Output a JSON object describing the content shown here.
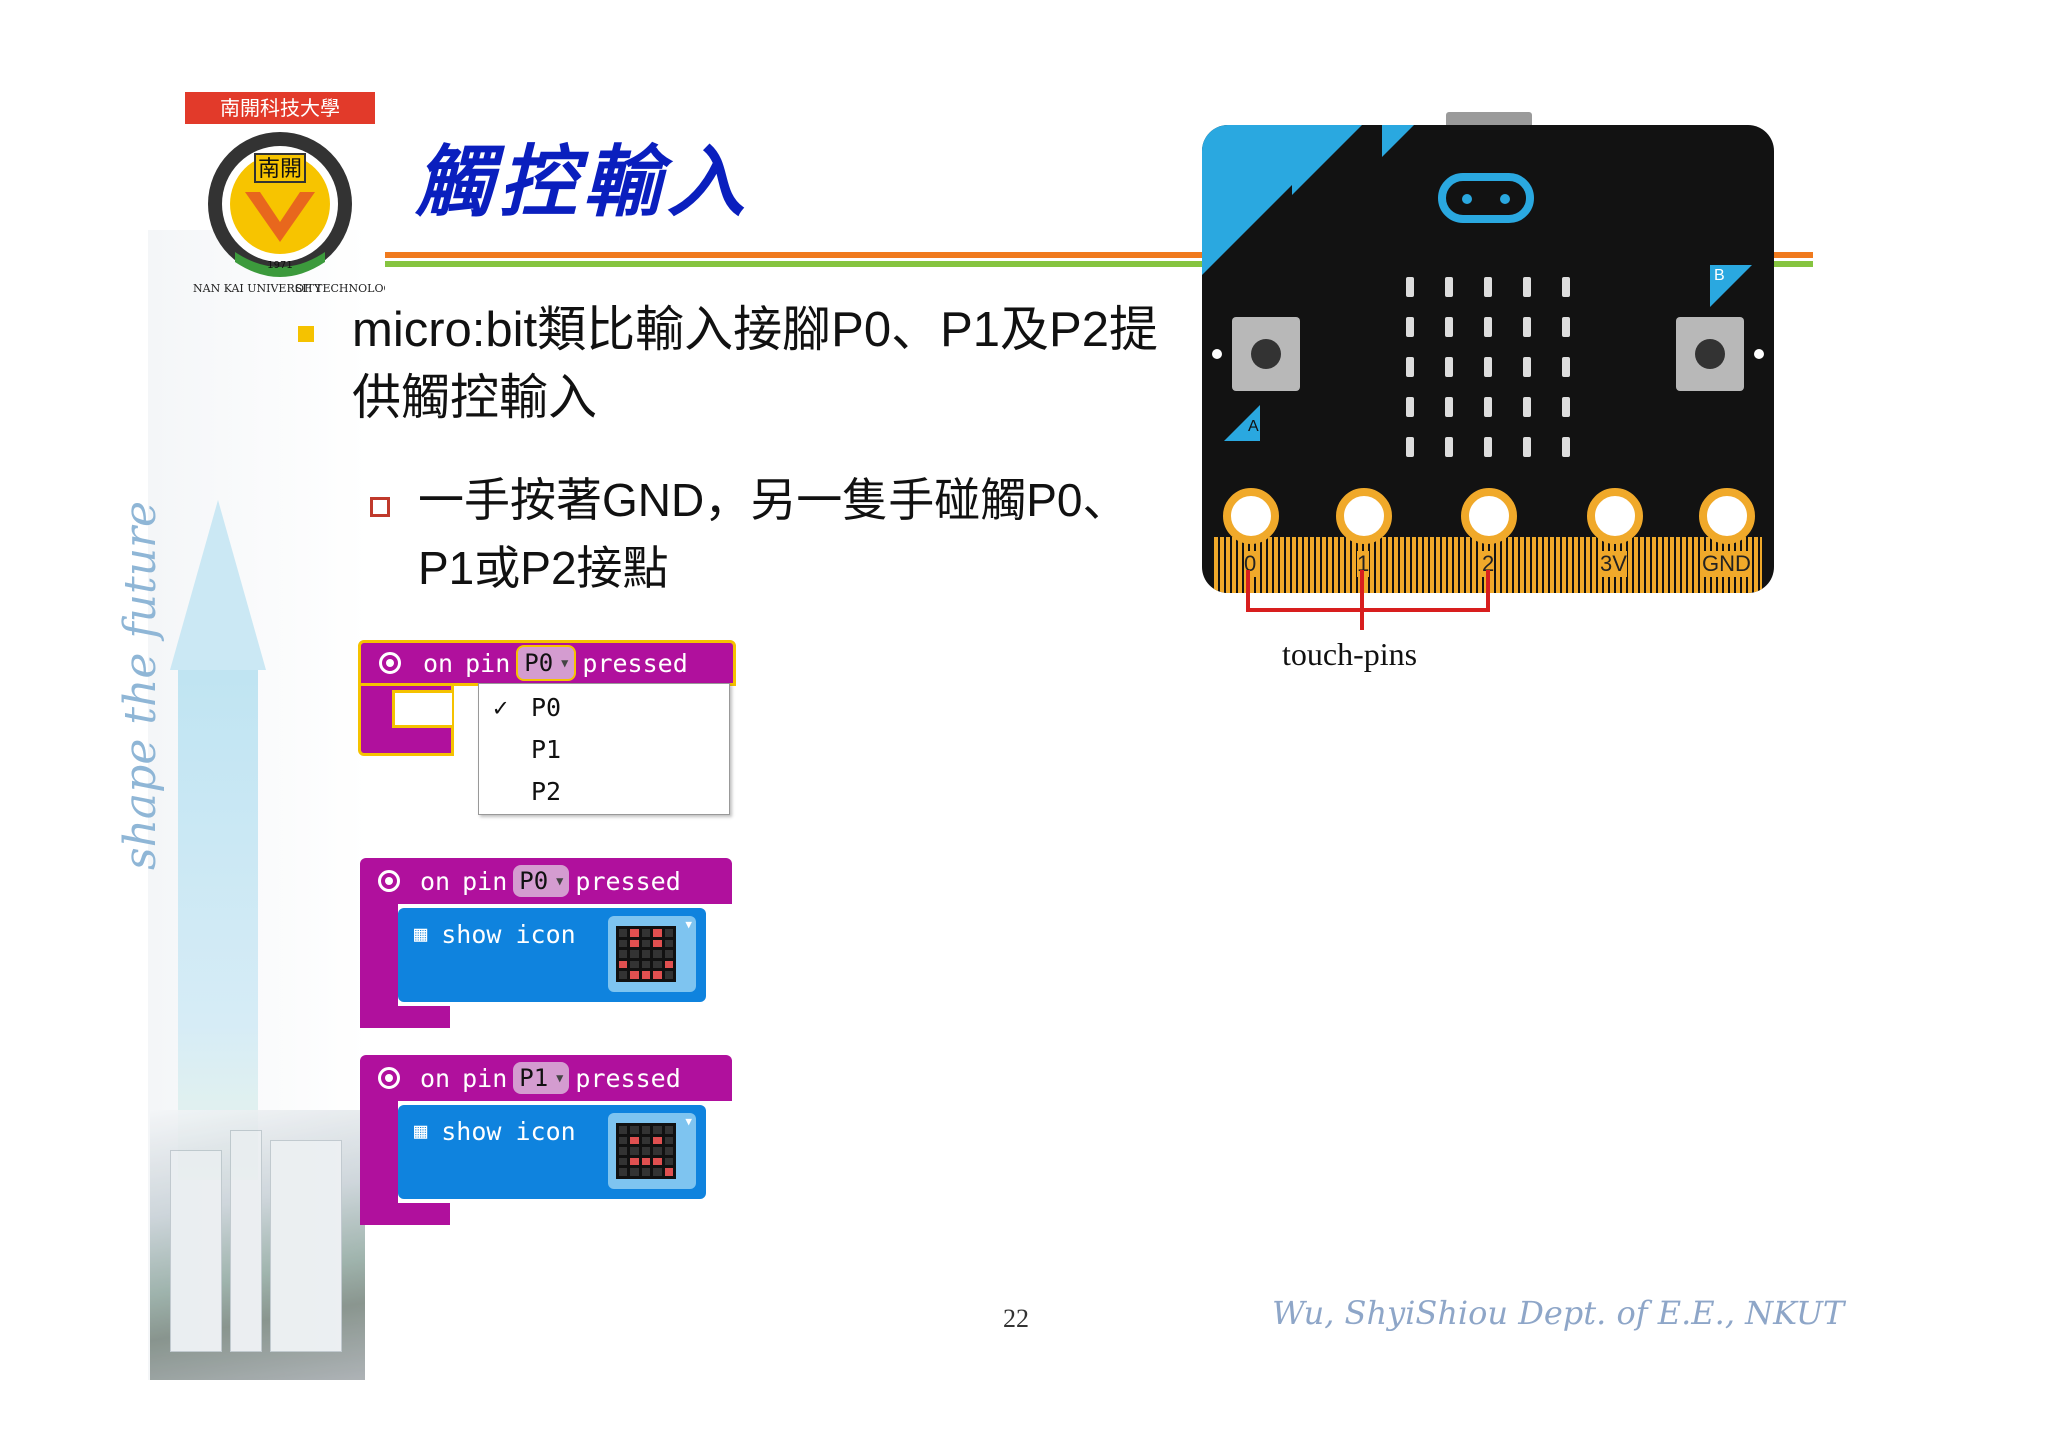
{
  "slide": {
    "title": "觸控輸入",
    "page_number": "22",
    "author": "Wu, ShyiShiou   Dept. of E.E., NKUT",
    "side_slogan": "shape the future"
  },
  "logo": {
    "top_text": "南開科技大學",
    "center_text": "南開",
    "ring_left": "NAN KAI UNIVERSITY",
    "ring_right": "OF TECHNOLOGY",
    "year": "1971"
  },
  "bullets": {
    "level1": "micro:bit類比輸入接腳P0、P1及P2提供觸控輸入",
    "level2": "一手按著GND，另一隻手碰觸P0、P1或P2接點"
  },
  "blocks": {
    "dropdown_block": {
      "on": "on",
      "pin": "pin",
      "selected": "P0",
      "pressed": "pressed"
    },
    "dropdown_menu": {
      "check": "✓",
      "options": [
        "P0",
        "P1",
        "P2"
      ]
    },
    "block2": {
      "on": "on",
      "pin": "pin",
      "selected": "P0",
      "pressed": "pressed",
      "action": "show",
      "action2": "icon"
    },
    "block3": {
      "on": "on",
      "pin": "pin",
      "selected": "P1",
      "pressed": "pressed",
      "action": "show",
      "action2": "icon"
    }
  },
  "board": {
    "button_a": "A",
    "button_b": "B",
    "pins": [
      "0",
      "1",
      "2",
      "3V",
      "GND"
    ],
    "annotation": "touch-pins"
  },
  "colors": {
    "title": "#0a1fbe",
    "rule_orange": "#f07a1e",
    "rule_green": "#86c440",
    "event_block": "#b0109d",
    "basic_block": "#0f83de",
    "board_accent": "#2aa8e0",
    "pin_gold": "#f0a92a"
  }
}
